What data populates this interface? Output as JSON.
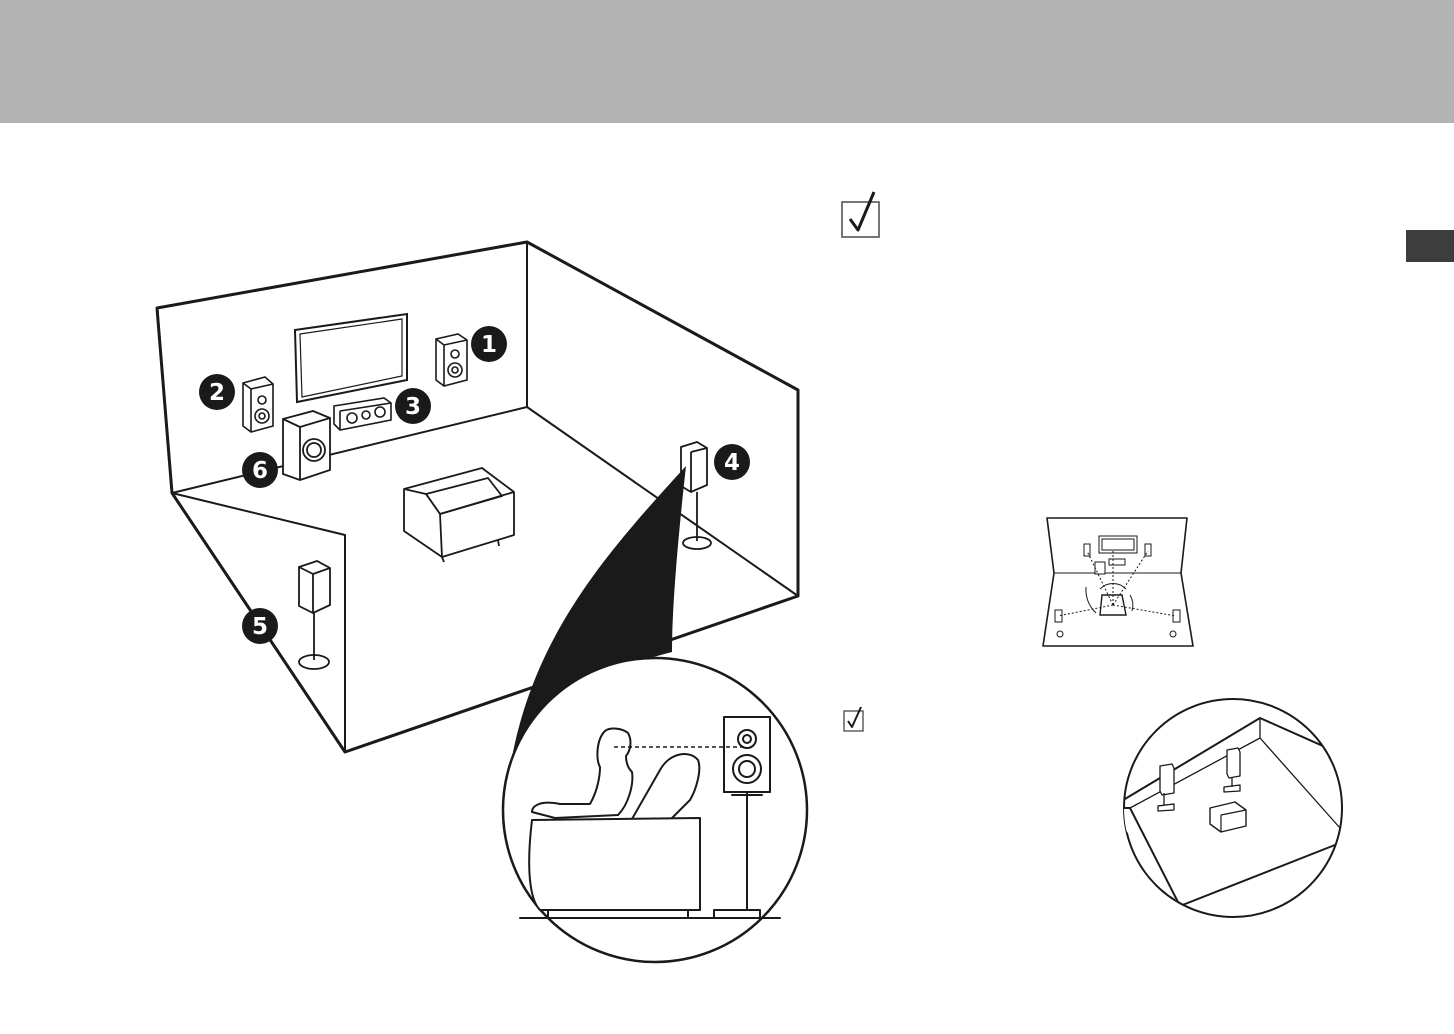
{
  "colors": {
    "header_band": "#b3b3b3",
    "side_tab": "#3d3d3d",
    "line": "#1a1a1a",
    "marker_fill": "#1a1a1a",
    "marker_text": "#ffffff"
  },
  "diagram": {
    "room": {
      "markers": [
        {
          "id": "front-right",
          "label": "1"
        },
        {
          "id": "front-left",
          "label": "2"
        },
        {
          "id": "center",
          "label": "3"
        },
        {
          "id": "surround-right",
          "label": "4"
        },
        {
          "id": "surround-left",
          "label": "5"
        },
        {
          "id": "subwoofer",
          "label": "6"
        }
      ]
    }
  },
  "icons": {
    "checkbox_large": "checkbox-checked-icon",
    "checkbox_small": "checkbox-checked-icon"
  }
}
